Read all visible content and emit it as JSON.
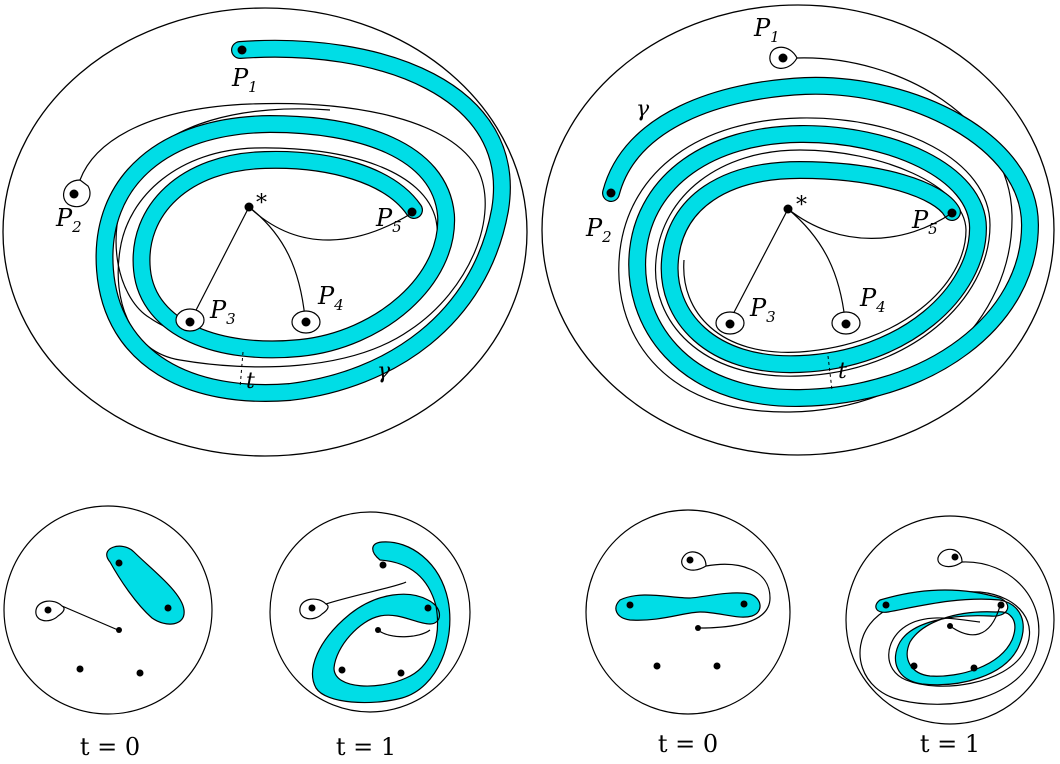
{
  "colors": {
    "band": "#00dde6",
    "ink": "#000000",
    "background": "#ffffff"
  },
  "left_panel": {
    "points": [
      {
        "letter": "P",
        "index": "1"
      },
      {
        "letter": "P",
        "index": "2"
      },
      {
        "letter": "P",
        "index": "3"
      },
      {
        "letter": "P",
        "index": "4"
      },
      {
        "letter": "P",
        "index": "5"
      }
    ],
    "base_point": "*",
    "curve_label": "γ",
    "arc_label": "t"
  },
  "right_panel": {
    "points": [
      {
        "letter": "P",
        "index": "1"
      },
      {
        "letter": "P",
        "index": "2"
      },
      {
        "letter": "P",
        "index": "3"
      },
      {
        "letter": "P",
        "index": "4"
      },
      {
        "letter": "P",
        "index": "5"
      }
    ],
    "base_point": "*",
    "curve_label": "γ",
    "arc_label": "t"
  },
  "captions": [
    "t = 0",
    "t = 1",
    "t = 0",
    "t = 1"
  ]
}
